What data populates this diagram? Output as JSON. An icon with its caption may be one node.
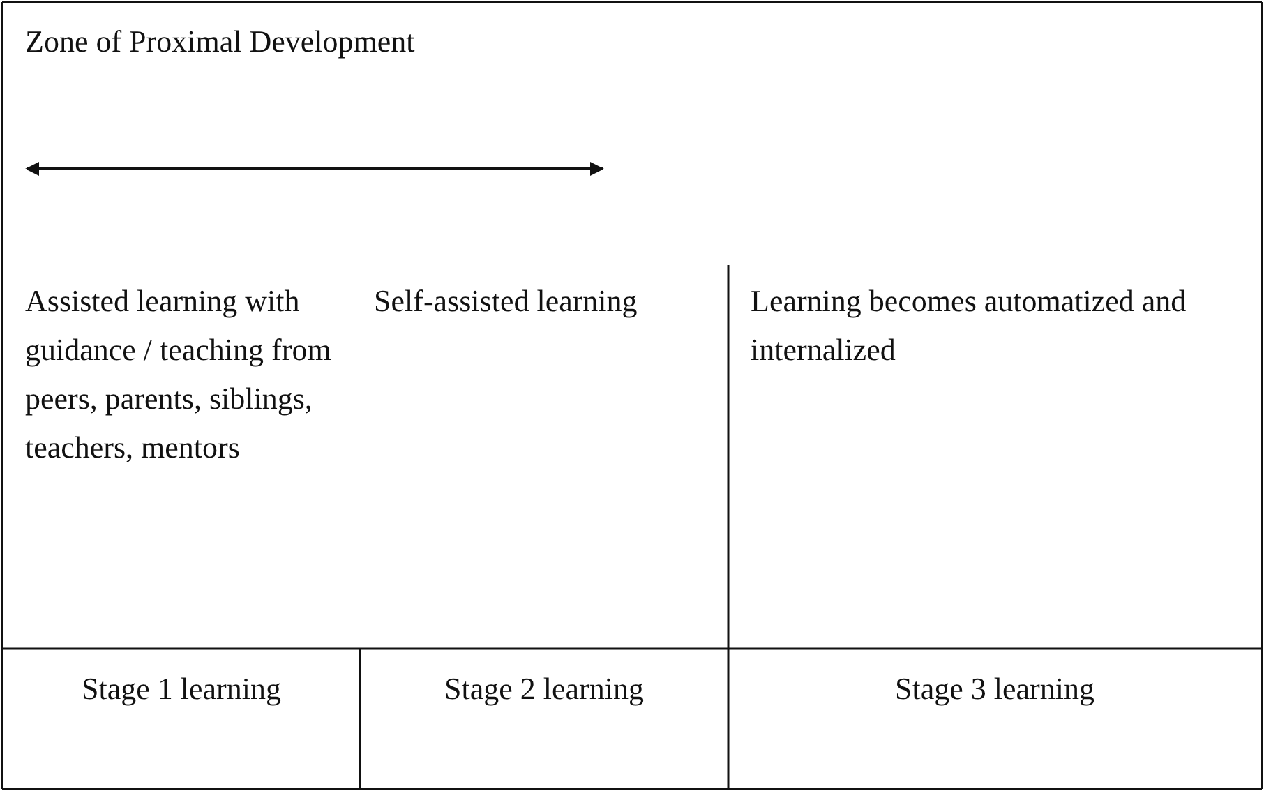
{
  "diagram": {
    "title": "Zone of Proximal Development",
    "labels": [
      "Assisted learning with guidance / teaching from peers, parents, siblings, teachers, mentors",
      "Self-assisted learning",
      "Learning becomes automatized and internalized",
      "Stage 1 learning",
      "Stage 2 learning",
      "Stage 3 learning"
    ]
  }
}
